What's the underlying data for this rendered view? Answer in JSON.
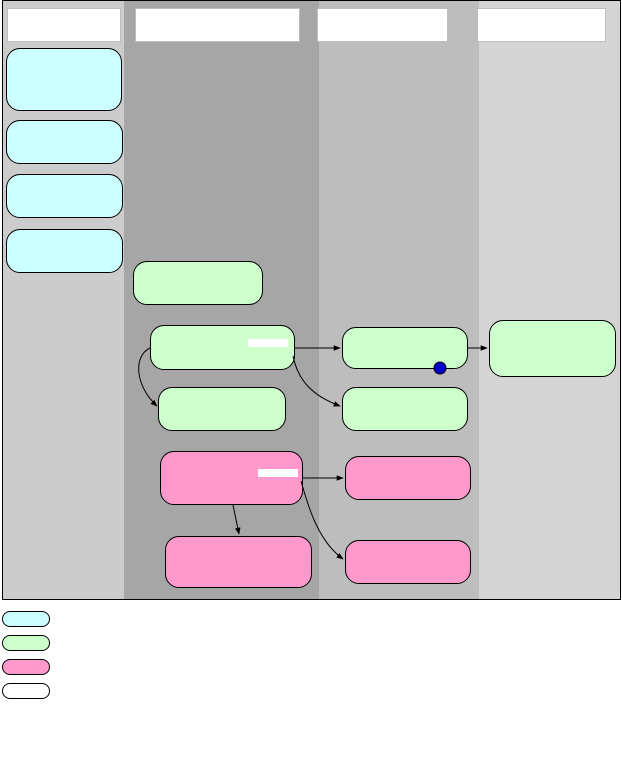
{
  "lanes": [
    {
      "id": "lane-1",
      "title": "",
      "color": "#cccccc"
    },
    {
      "id": "lane-2",
      "title": "",
      "color": "#a6a6a6"
    },
    {
      "id": "lane-3",
      "title": "",
      "color": "#bdbdbd"
    },
    {
      "id": "lane-4",
      "title": "",
      "color": "#d4d4d4"
    }
  ],
  "nodes": {
    "cyan_1": {
      "label": "",
      "color": "#ccffff"
    },
    "cyan_2": {
      "label": "",
      "color": "#ccffff"
    },
    "cyan_3": {
      "label": "",
      "color": "#ccffff"
    },
    "cyan_4": {
      "label": "",
      "color": "#ccffff"
    },
    "green_top": {
      "label": "",
      "color": "#ccffcc"
    },
    "green_main": {
      "label": "",
      "tag": "",
      "color": "#ccffcc"
    },
    "green_child": {
      "label": "",
      "color": "#ccffcc"
    },
    "green_target_a": {
      "label": "",
      "color": "#ccffcc"
    },
    "green_target_b": {
      "label": "",
      "color": "#ccffcc"
    },
    "green_final": {
      "label": "",
      "color": "#ccffcc"
    },
    "pink_main": {
      "label": "",
      "tag": "",
      "color": "#ff99cc"
    },
    "pink_child": {
      "label": "",
      "color": "#ff99cc"
    },
    "pink_target_a": {
      "label": "",
      "color": "#ff99cc"
    },
    "pink_target_b": {
      "label": "",
      "color": "#ff99cc"
    }
  },
  "marker_color": "#0000cc",
  "legend": [
    {
      "label": "",
      "color": "#ccffff"
    },
    {
      "label": "",
      "color": "#ccffcc"
    },
    {
      "label": "",
      "color": "#ff99cc"
    },
    {
      "label": "",
      "color": "#ffffff"
    }
  ]
}
